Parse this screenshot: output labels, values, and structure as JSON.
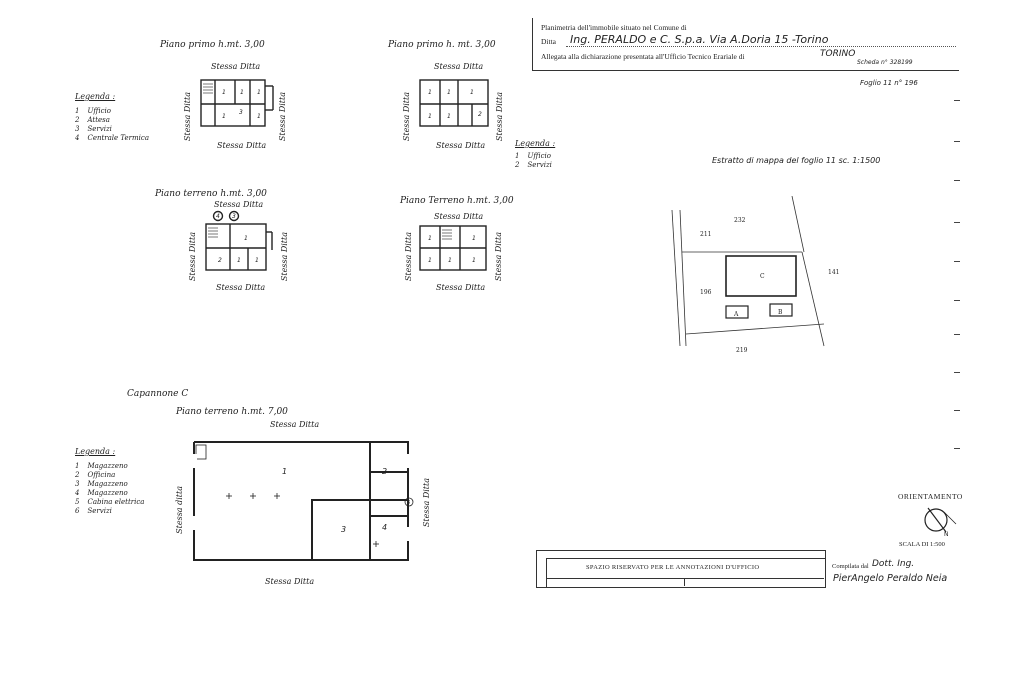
{
  "plans": {
    "p1_left": {
      "title": "Piano primo  h.mt. 3,00",
      "top": "Stessa Ditta",
      "bottom": "Stessa Ditta",
      "left": "Stessa Ditta",
      "right": "Stessa Ditta"
    },
    "p1_right": {
      "title": "Piano primo   h. mt. 3,00",
      "top": "Stessa Ditta",
      "bottom": "Stessa Ditta",
      "left": "Stessa Ditta",
      "right": "Stessa Ditta"
    },
    "pt_left": {
      "title": "Piano terreno  h.mt. 3,00",
      "top": "Stessa Ditta",
      "bottom": "Stessa Ditta",
      "left": "Stessa Ditta",
      "right": "Stessa Ditta"
    },
    "pt_right": {
      "title": "Piano Terreno  h.mt. 3,00",
      "top": "Stessa Ditta",
      "bottom": "Stessa Ditta",
      "left": "Stessa Ditta",
      "right": "Stessa Ditta"
    },
    "cap": {
      "heading": "Capannone  C",
      "title": "Piano terreno  h.mt. 7,00",
      "top": "Stessa Ditta",
      "bottom": "Stessa Ditta",
      "left": "Stessa ditta",
      "right": "Stessa Ditta"
    }
  },
  "legend1": {
    "title": "Legenda :",
    "items": [
      [
        "1",
        "Ufficio"
      ],
      [
        "2",
        "Attesa"
      ],
      [
        "3",
        "Servizi"
      ],
      [
        "4",
        "Centrale Termica"
      ]
    ]
  },
  "legend2": {
    "title": "Legenda :",
    "items": [
      [
        "1",
        "Ufficio"
      ],
      [
        "2",
        "Servizi"
      ]
    ]
  },
  "legend3": {
    "title": "Legenda :",
    "items": [
      [
        "1",
        "Magazzeno"
      ],
      [
        "2",
        "Officina"
      ],
      [
        "3",
        "Magazzeno"
      ],
      [
        "4",
        "Magazzeno"
      ],
      [
        "5",
        "Cabina elettrica"
      ],
      [
        "6",
        "Servizi"
      ]
    ]
  },
  "header": {
    "line1": "Planimetria dell'immobile situato nel Comune di",
    "line2_label": "Ditta",
    "line2_value": "Ing. PERALDO  e C. S.p.a.  Via A.Doria 15 -Torino",
    "line3": "Allegata alla dichiarazione presentata all'Ufficio Tecnico Erariale di",
    "line3_value": "TORINO",
    "scheda": "Scheda n° 328199",
    "foglio": "Foglio  11  n° 196"
  },
  "estratto": {
    "title": "Estratto di mappa del foglio 11 sc. 1:1500",
    "labels": {
      "n232": "232",
      "n211": "211",
      "n196": "196",
      "n141": "141",
      "n219": "219",
      "C": "C",
      "A": "A",
      "B": "B"
    }
  },
  "orient": {
    "label": "ORIENTAMENTO",
    "scale": "SCALA DI 1:500",
    "n": "N"
  },
  "footer": {
    "riservato": "SPAZIO RISERVATO PER LE ANNOTAZIONI D'UFFICIO",
    "compilata": "Compilata dal",
    "name1": "Dott. Ing.",
    "name2": "PierAngelo Peraldo Neia"
  }
}
